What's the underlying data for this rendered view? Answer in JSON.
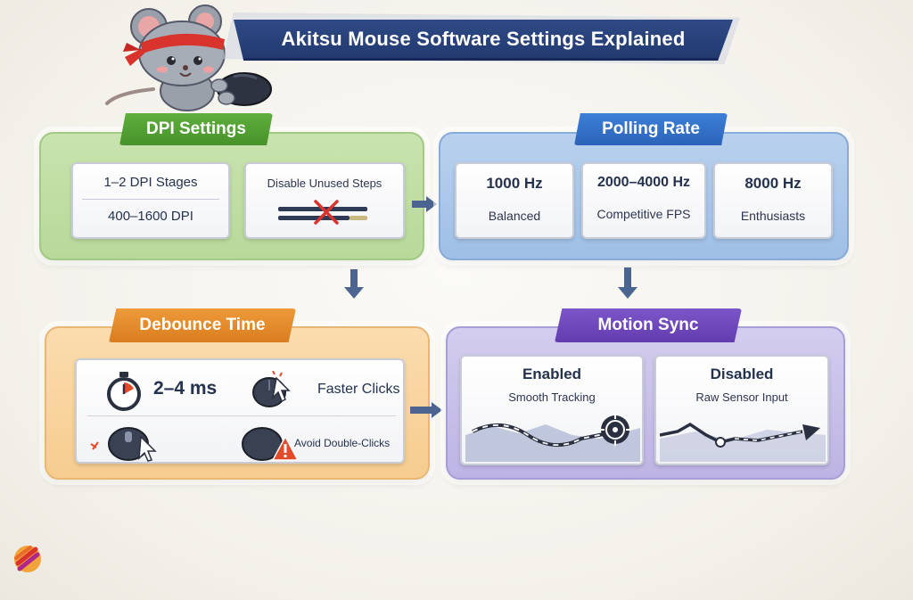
{
  "title": "Akitsu Mouse Software Settings Explained",
  "sections": {
    "dpi": {
      "header": "DPI Settings",
      "stages_title": "1–2 DPI Stages",
      "range": "400–1600 DPI",
      "tip": "Disable Unused Steps"
    },
    "polling": {
      "header": "Polling Rate",
      "options": [
        {
          "rate": "1000 Hz",
          "label": "Balanced"
        },
        {
          "rate": "2000–4000 Hz",
          "label": "Competitive FPS"
        },
        {
          "rate": "8000 Hz",
          "label": "Enthusiasts"
        }
      ]
    },
    "debounce": {
      "header": "Debounce Time",
      "value": "2–4 ms",
      "benefit": "Faster Clicks",
      "warning": "Avoid Double-Clicks"
    },
    "motion_sync": {
      "header": "Motion Sync",
      "enabled_title": "Enabled",
      "enabled_desc": "Smooth Tracking",
      "disabled_title": "Disabled",
      "disabled_desc": "Raw Sensor Input"
    }
  },
  "colors": {
    "title_bg": "#2a4278",
    "dpi": "#4f9e31",
    "polling": "#3170c8",
    "debounce": "#e58a2a",
    "motion_sync": "#6e49bd",
    "arrow": "#4b6590",
    "warning": "#e34a2a"
  },
  "icons": [
    "mouse-mascot",
    "slider-crossed-icon",
    "stopwatch-icon",
    "mouse-click-icon",
    "mouse-warning-icon",
    "crosshair-icon",
    "brand-logo"
  ]
}
